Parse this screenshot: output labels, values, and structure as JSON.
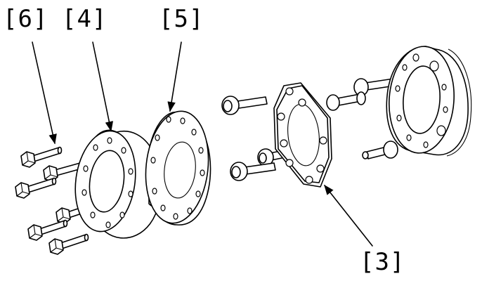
{
  "callouts": {
    "label_6": "[6]",
    "label_4": "[4]",
    "label_5": "[5]",
    "label_3": "[3]"
  }
}
